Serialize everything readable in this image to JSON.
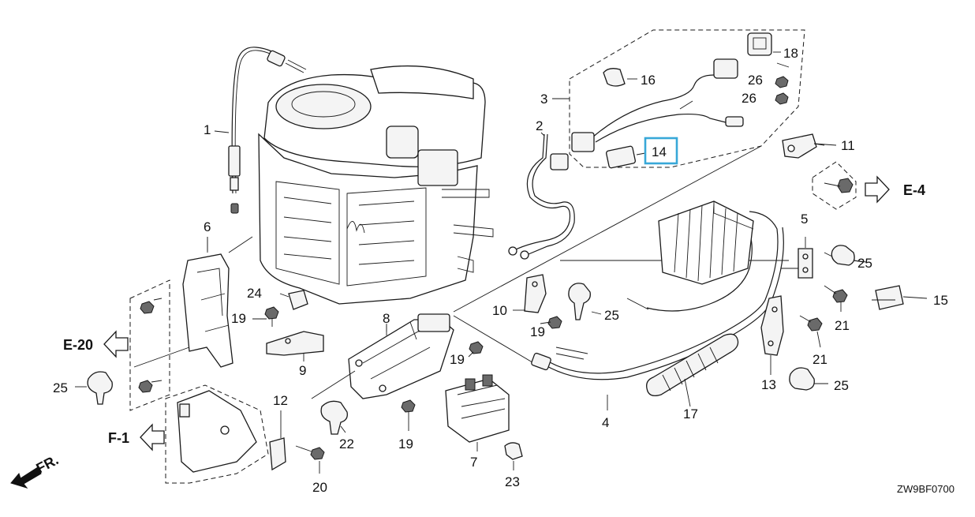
{
  "diagram": {
    "code": "ZW9BF0700",
    "direction_marker": "FR.",
    "ref_labels": {
      "e4": "E-4",
      "e20": "E-20",
      "f1": "F-1"
    },
    "highlight_color": "#38a8d8",
    "callouts": {
      "c1": "1",
      "c2": "2",
      "c3": "3",
      "c4": "4",
      "c5": "5",
      "c6": "6",
      "c7": "7",
      "c8": "8",
      "c9": "9",
      "c10": "10",
      "c11": "11",
      "c12": "12",
      "c13": "13",
      "c14": "14",
      "c15": "15",
      "c16": "16",
      "c17": "17",
      "c18": "18",
      "c19a": "19",
      "c19b": "19",
      "c19c": "19",
      "c19d": "19",
      "c20": "20",
      "c21a": "21",
      "c21b": "21",
      "c22": "22",
      "c23": "23",
      "c24": "24",
      "c25a": "25",
      "c25b": "25",
      "c25c": "25",
      "c25d": "25",
      "c26a": "26",
      "c26b": "26"
    }
  }
}
